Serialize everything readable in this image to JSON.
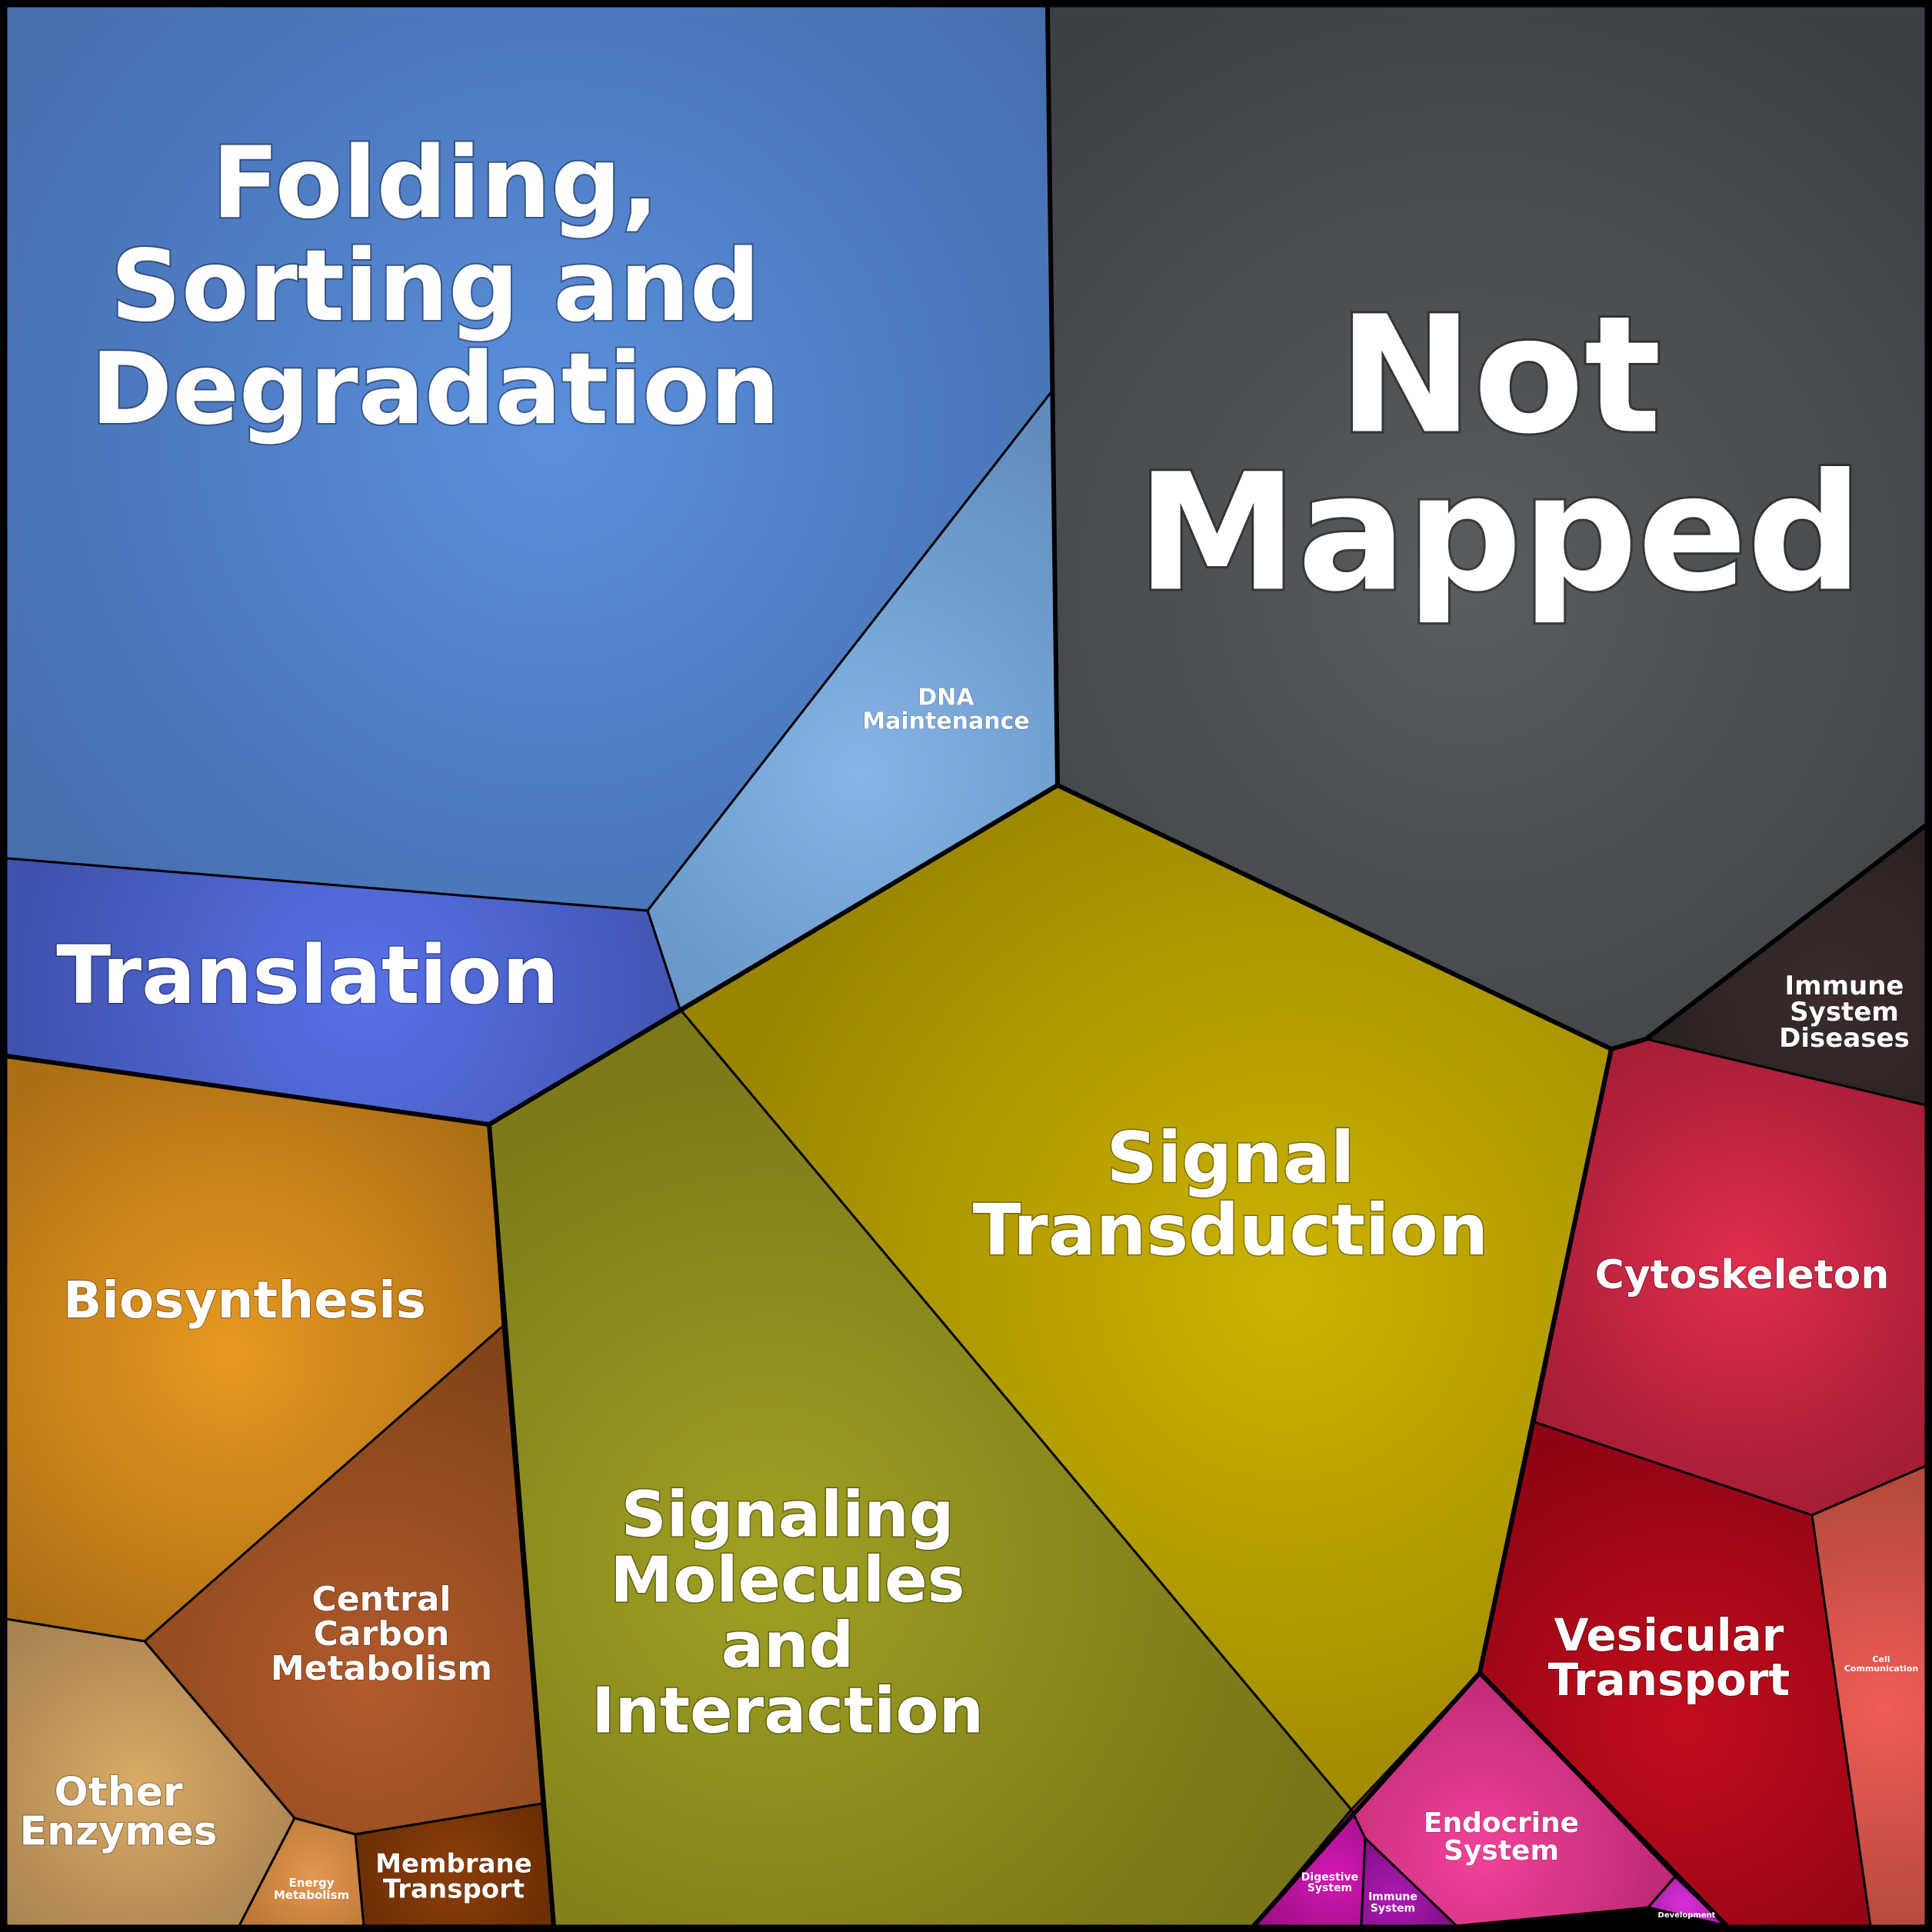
{
  "title": "",
  "cells": [
    {
      "id": "folding-sorting-degradation",
      "lines": [
        "Folding,",
        "Sorting and",
        "Degradation"
      ],
      "color": "#5b8fdc",
      "edge": "#466fb0"
    },
    {
      "id": "not-mapped",
      "lines": [
        "Not",
        "Mapped"
      ],
      "color": "#5a5d60",
      "edge": "#3c3f43"
    },
    {
      "id": "dna-maintenance",
      "lines": [
        "DNA",
        "Maintenance"
      ],
      "color": "#86b4e6",
      "edge": "#5f8cbd"
    },
    {
      "id": "translation",
      "lines": [
        "Translation"
      ],
      "color": "#5872e8",
      "edge": "#3f52ae"
    },
    {
      "id": "signal-transduction",
      "lines": [
        "Signal",
        "Transduction"
      ],
      "color": "#ccb400",
      "edge": "#9a8400"
    },
    {
      "id": "immune-system-diseases",
      "lines": [
        "Immune",
        "System",
        "Diseases"
      ],
      "color": "#3a2d2c",
      "edge": "#2b2020"
    },
    {
      "id": "biosynthesis",
      "lines": [
        "Biosynthesis"
      ],
      "color": "#e79a22",
      "edge": "#ad6e14"
    },
    {
      "id": "signaling-molecules-interaction",
      "lines": [
        "Signaling",
        "Molecules",
        "and",
        "Interaction"
      ],
      "color": "#9ea022",
      "edge": "#787518"
    },
    {
      "id": "cytoskeleton",
      "lines": [
        "Cytoskeleton"
      ],
      "color": "#e02e4e",
      "edge": "#a61d36"
    },
    {
      "id": "central-carbon-metabolism",
      "lines": [
        "Central",
        "Carbon",
        "Metabolism"
      ],
      "color": "#b15a2c",
      "edge": "#834419"
    },
    {
      "id": "vesicular-transport",
      "lines": [
        "Vesicular",
        "Transport"
      ],
      "color": "#c20d1c",
      "edge": "#8f0414"
    },
    {
      "id": "cell-communication",
      "lines": [
        "Cell",
        "Communication"
      ],
      "color": "#f15c58",
      "edge": "#b64a3c"
    },
    {
      "id": "other-enzymes",
      "lines": [
        "Other",
        "Enzymes"
      ],
      "color": "#d8ab64",
      "edge": "#a98252"
    },
    {
      "id": "endocrine-system",
      "lines": [
        "Endocrine",
        "System"
      ],
      "color": "#f2429a",
      "edge": "#c02a76"
    },
    {
      "id": "energy-metabolism",
      "lines": [
        "Energy",
        "Metabolism"
      ],
      "color": "#e39852",
      "edge": "#b97534"
    },
    {
      "id": "membrane-transport",
      "lines": [
        "Membrane",
        "Transport"
      ],
      "color": "#8c3e0a",
      "edge": "#6b2e04"
    },
    {
      "id": "digestive-system",
      "lines": [
        "Digestive",
        "System"
      ],
      "color": "#d118b2",
      "edge": "#9e0e86"
    },
    {
      "id": "immune-system",
      "lines": [
        "Immune",
        "System"
      ],
      "color": "#ad1ab4",
      "edge": "#7e0e84"
    },
    {
      "id": "development",
      "lines": [
        "Development"
      ],
      "color": "#d82fd8",
      "edge": "#a21ea2"
    }
  ]
}
